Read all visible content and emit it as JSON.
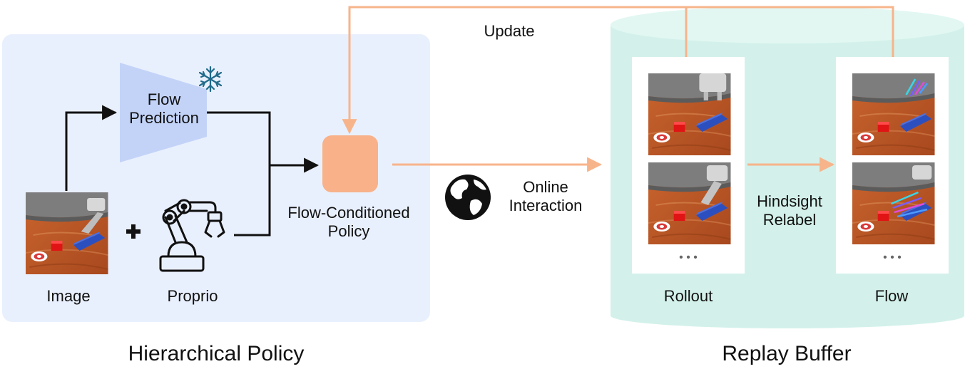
{
  "hierarchical_policy": {
    "title": "Hierarchical Policy",
    "flow_prediction": [
      "Flow",
      "Prediction"
    ],
    "policy_label": [
      "Flow-Conditioned",
      "Policy"
    ],
    "image_label": "Image",
    "proprio_label": "Proprio",
    "plus_symbol": "+"
  },
  "replay_buffer": {
    "title": "Replay Buffer",
    "rollout_label": "Rollout",
    "flow_label": "Flow",
    "relabel_label": [
      "Hindsight",
      "Relabel"
    ],
    "ellipsis": "• • •"
  },
  "connections": {
    "update_label": "Update",
    "online_label": [
      "Online",
      "Interaction"
    ]
  },
  "colors": {
    "panel_bg": "#e9f0fd",
    "cylinder_fill": "#d3f1ea",
    "cylinder_top": "#e2f7f2",
    "orange": "#f7b48b",
    "trapezoid": "#c3d3f8",
    "policy_box": "#f8b189"
  },
  "icons": [
    "snowflake-icon",
    "robot-arm-icon",
    "globe-icon"
  ]
}
